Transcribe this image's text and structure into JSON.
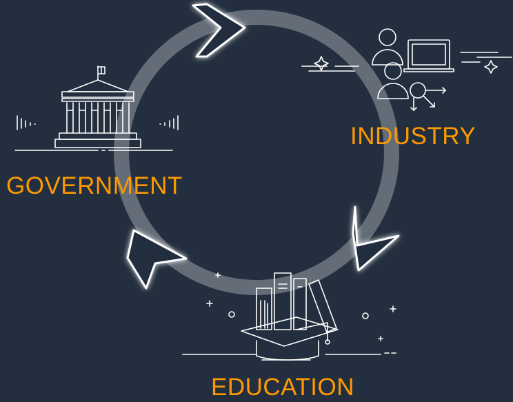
{
  "labels": {
    "government": "GOVERNMENT",
    "industry": "INDUSTRY",
    "education": "EDUCATION"
  },
  "colors": {
    "background": "#232f3e",
    "accent": "#ff9900",
    "ring": "#6b737d",
    "arrow": "#ffffff",
    "icon_stroke": "#ffffff"
  },
  "icons": [
    "government-building-icon",
    "industry-people-devices-icon",
    "education-books-graduation-icon"
  ]
}
